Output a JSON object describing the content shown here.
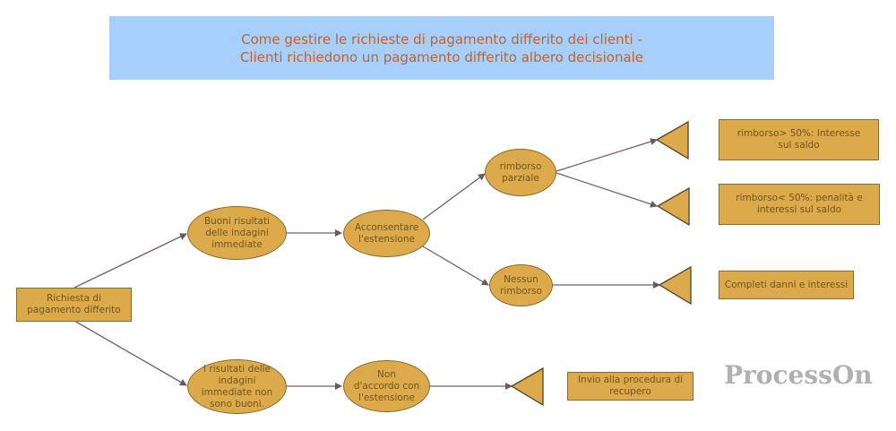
{
  "title": {
    "line1": "Come gestire le richieste di pagamento differito dei clienti -",
    "line2": "Clienti richiedono un pagamento differito albero decisionale"
  },
  "nodes": {
    "root": "Richiesta di pagamento differito",
    "good_results": "Buoni risultati delle indagini immediate",
    "bad_results": "I risultati delle indagini immediate non sono buoni.",
    "agree": "Acconsentare l'estensione",
    "disagree": "Non d'accordo con l'estensione",
    "partial_refund": "rimborso parziale",
    "no_refund": "Nessun rimborso"
  },
  "outcomes": {
    "over50": "rimborso> 50%: Interesse sul saldo",
    "under50": "rimborso< 50%: penalità e interessi sul saldo",
    "full": "Completi danni e interessi",
    "recovery": "Invio alla procedura di recupero"
  },
  "watermark": "ProcessOn",
  "colors": {
    "node_fill": "#dcaa4a",
    "title_bg": "#a6d0fb",
    "edge": "#7a5c63"
  }
}
